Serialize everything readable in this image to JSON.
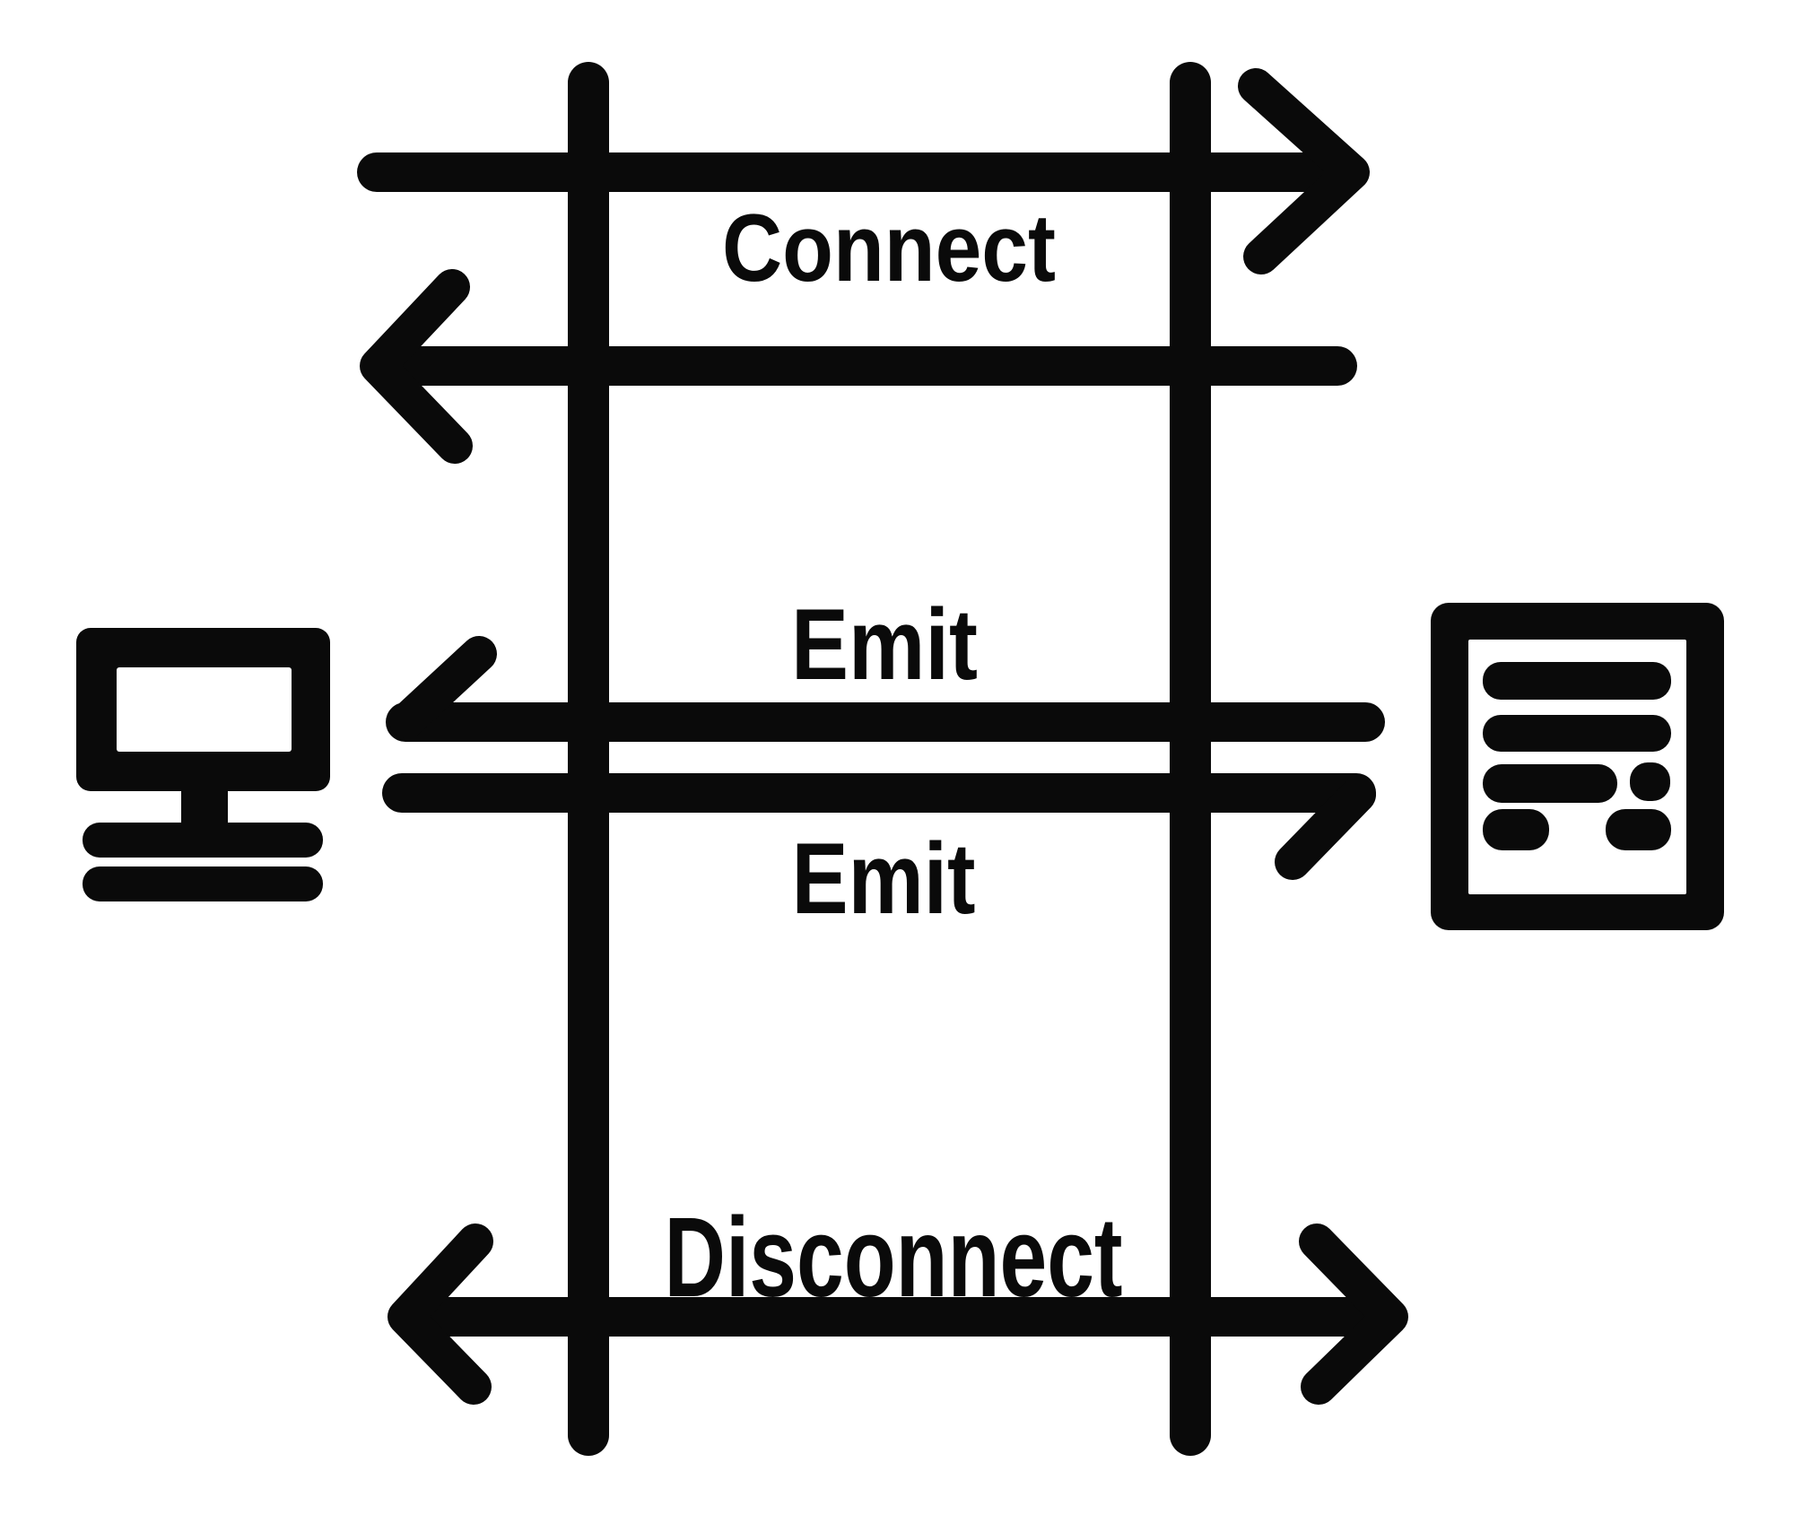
{
  "diagram": {
    "type": "sequence",
    "colors": {
      "ink": "#0a0a0a",
      "background": "#ffffff"
    },
    "participants": [
      {
        "id": "client",
        "icon": "computer-icon",
        "side": "left"
      },
      {
        "id": "server",
        "icon": "document-icon",
        "side": "right"
      }
    ],
    "messages": [
      {
        "label": "Connect",
        "arrows": [
          "client-to-server",
          "server-to-client"
        ]
      },
      {
        "label": "Emit",
        "arrows": [
          "server-to-client"
        ]
      },
      {
        "label": "Emit",
        "arrows": [
          "client-to-server"
        ]
      },
      {
        "label": "Disconnect",
        "arrows": [
          "both-directions"
        ]
      }
    ]
  }
}
